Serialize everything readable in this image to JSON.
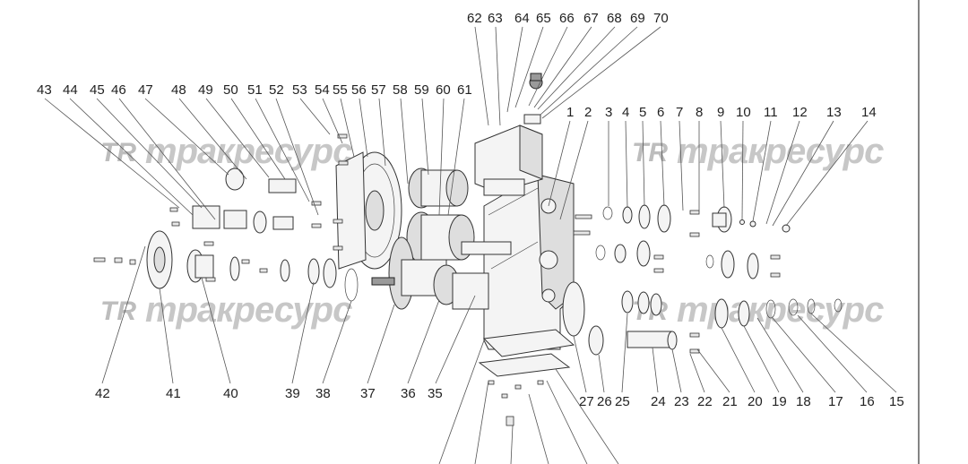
{
  "watermark": {
    "logo": "TR",
    "text": "тракресурс"
  },
  "callouts": [
    "1",
    "2",
    "3",
    "4",
    "5",
    "6",
    "7",
    "8",
    "9",
    "10",
    "11",
    "12",
    "13",
    "14",
    "15",
    "16",
    "17",
    "18",
    "19",
    "20",
    "21",
    "22",
    "23",
    "24",
    "25",
    "26",
    "27",
    "35",
    "36",
    "37",
    "38",
    "39",
    "40",
    "41",
    "42",
    "43",
    "44",
    "45",
    "46",
    "47",
    "48",
    "49",
    "50",
    "51",
    "52",
    "53",
    "54",
    "55",
    "56",
    "57",
    "58",
    "59",
    "60",
    "61",
    "62",
    "63",
    "64",
    "65",
    "66",
    "67",
    "68",
    "69",
    "70"
  ]
}
